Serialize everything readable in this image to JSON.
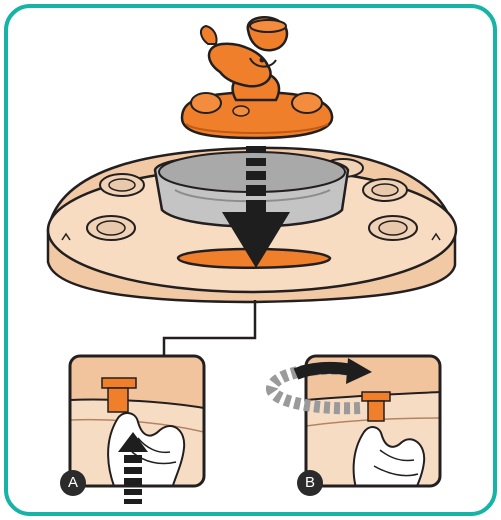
{
  "colors": {
    "frame": "#16b3a6",
    "toy_orange": "#f07f2c",
    "toy_orange_dark": "#d9661a",
    "base_peach": "#f6d9bf",
    "seat_gray": "#c9c9c9",
    "outline": "#231f20",
    "arrow": "#1e1e1e"
  },
  "icons": {
    "main_arrow": "arrow-down-dashed",
    "push_arrow": "arrow-up-dashed",
    "turn_arrow": "rotate-arrow"
  },
  "step_labels": {
    "a": "A",
    "b": "B"
  }
}
